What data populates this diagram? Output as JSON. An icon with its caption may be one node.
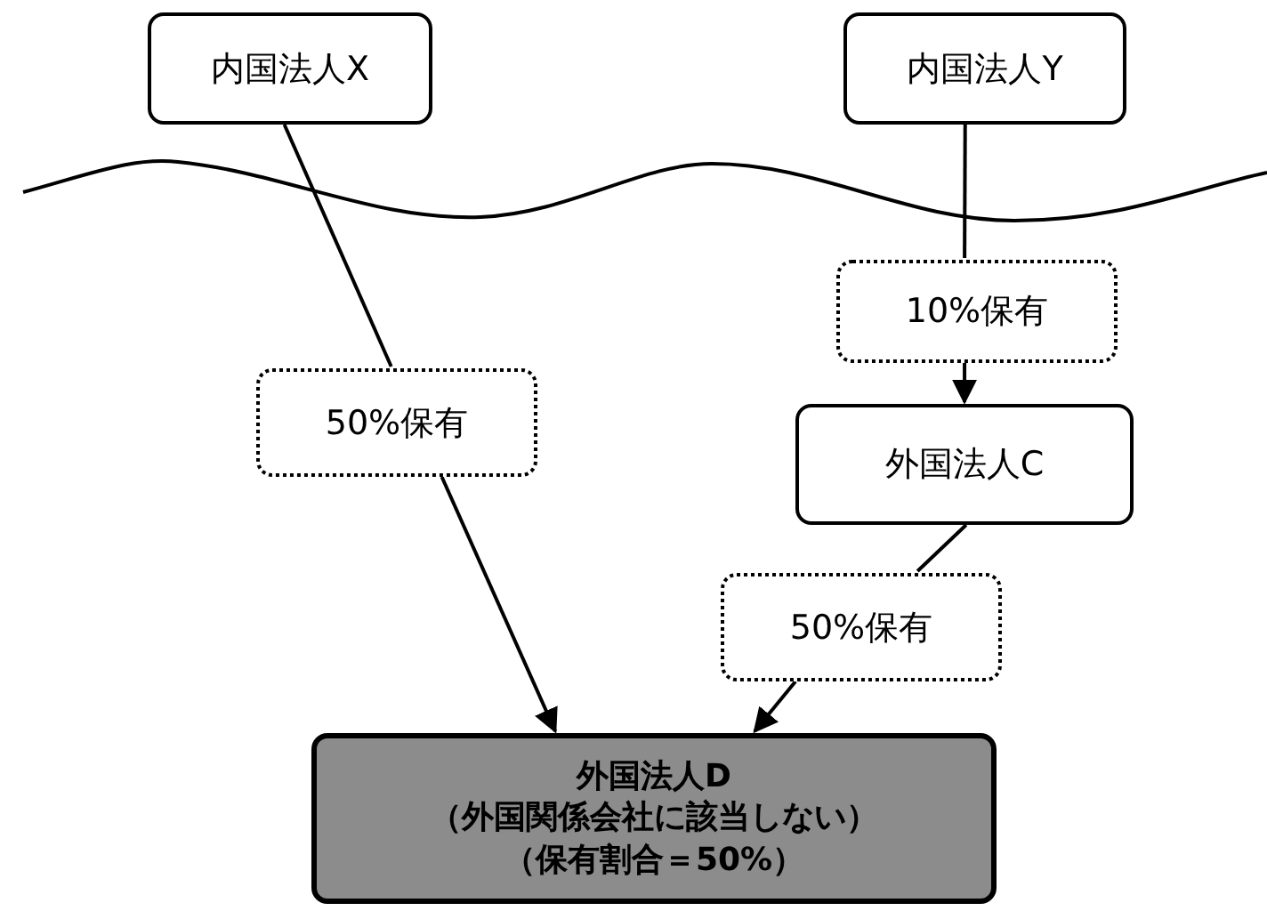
{
  "diagram": {
    "nodes": [
      {
        "text": [
          "内国法人X"
        ]
      },
      {
        "text": [
          "内国法人Y"
        ]
      },
      {
        "text": [
          "10%保有"
        ]
      },
      {
        "text": [
          "50%保有"
        ]
      },
      {
        "text": [
          "外国法人C"
        ]
      },
      {
        "text": [
          "50%保有"
        ]
      },
      {
        "text": [
          "外国法人D",
          "（外国関係会社に該当しない）",
          "（保有割合＝50%）"
        ]
      }
    ],
    "edges": [
      {
        "from": 0,
        "to": 3,
        "arrow": "none"
      },
      {
        "from": 3,
        "to": 6,
        "arrow": "to"
      },
      {
        "from": 1,
        "to": 2,
        "arrow": "none"
      },
      {
        "from": 2,
        "to": 4,
        "arrow": "to"
      },
      {
        "from": 4,
        "to": 5,
        "arrow": "none"
      },
      {
        "from": 5,
        "to": 6,
        "arrow": "to"
      }
    ]
  }
}
